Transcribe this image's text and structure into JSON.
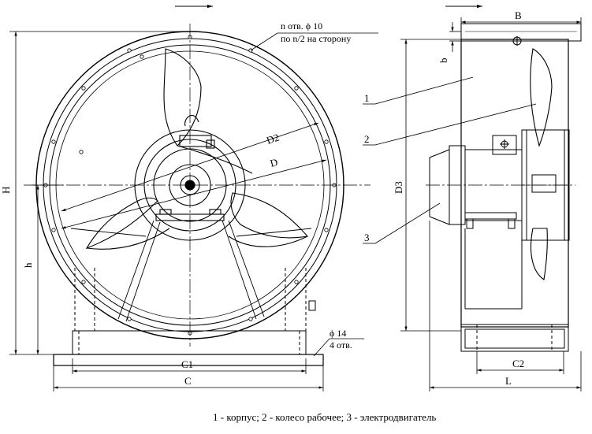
{
  "labels": {
    "H": "H",
    "h": "h",
    "D2": "D2",
    "D": "D",
    "C1": "C1",
    "C": "C",
    "B": "B",
    "b": "b",
    "D3": "D3",
    "C2": "C2",
    "L": "L",
    "holes_top": "n отв. ϕ 10",
    "holes_side": "по n/2 на сторону",
    "phi14": "ϕ 14",
    "holes4": "4 отв.",
    "part1": "1",
    "part2": "2",
    "part3": "3"
  },
  "legend": "1 - корпус;  2 - колесо рабочее;  3 - электродвигатель"
}
